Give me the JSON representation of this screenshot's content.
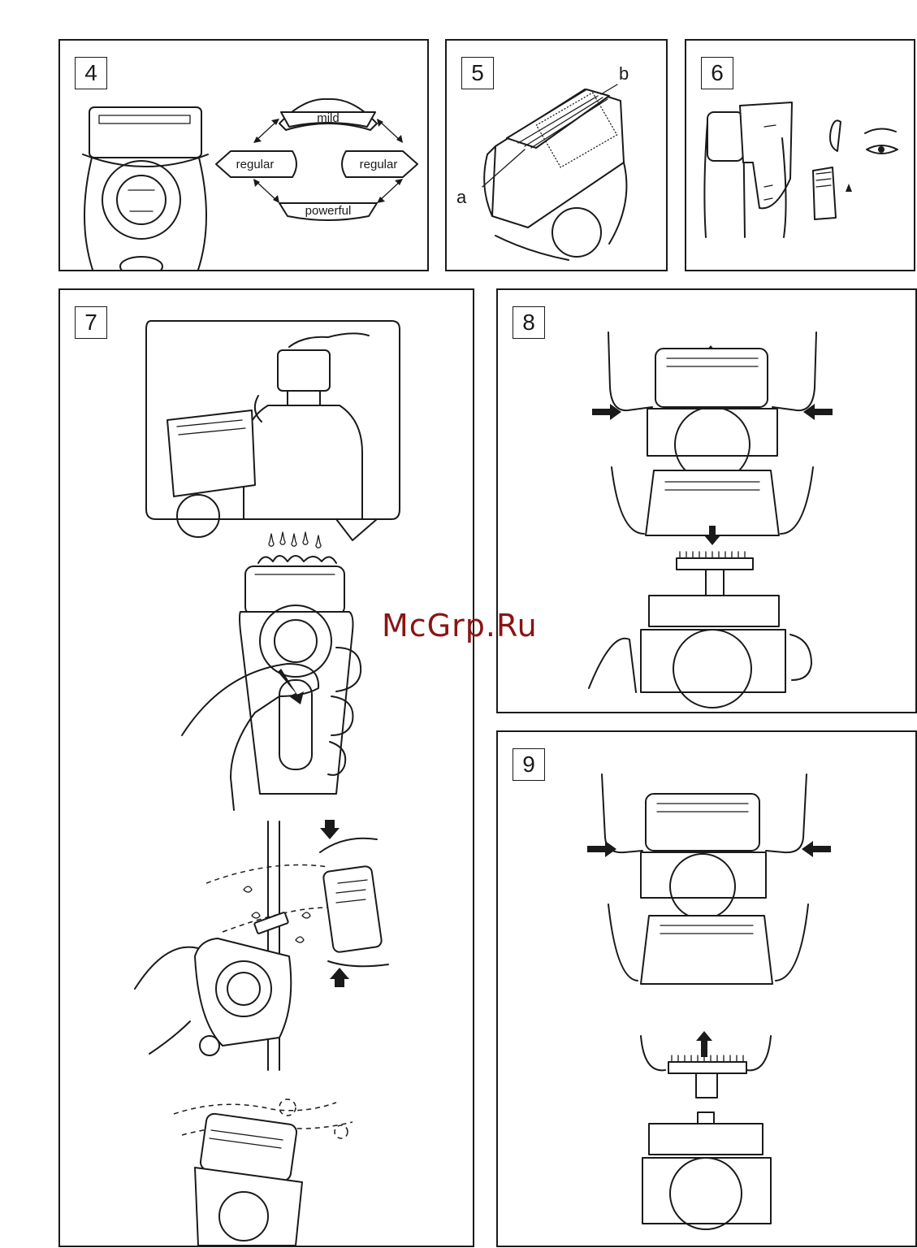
{
  "panels": {
    "p4": {
      "number": "4",
      "modes": {
        "top": "mild",
        "left": "regular",
        "right": "regular",
        "bottom": "powerful"
      }
    },
    "p5": {
      "number": "5",
      "label_a": "a",
      "label_b": "b"
    },
    "p6": {
      "number": "6"
    },
    "p7": {
      "number": "7"
    },
    "p8": {
      "number": "8"
    },
    "p9": {
      "number": "9"
    }
  },
  "watermark": "McGrp.Ru"
}
